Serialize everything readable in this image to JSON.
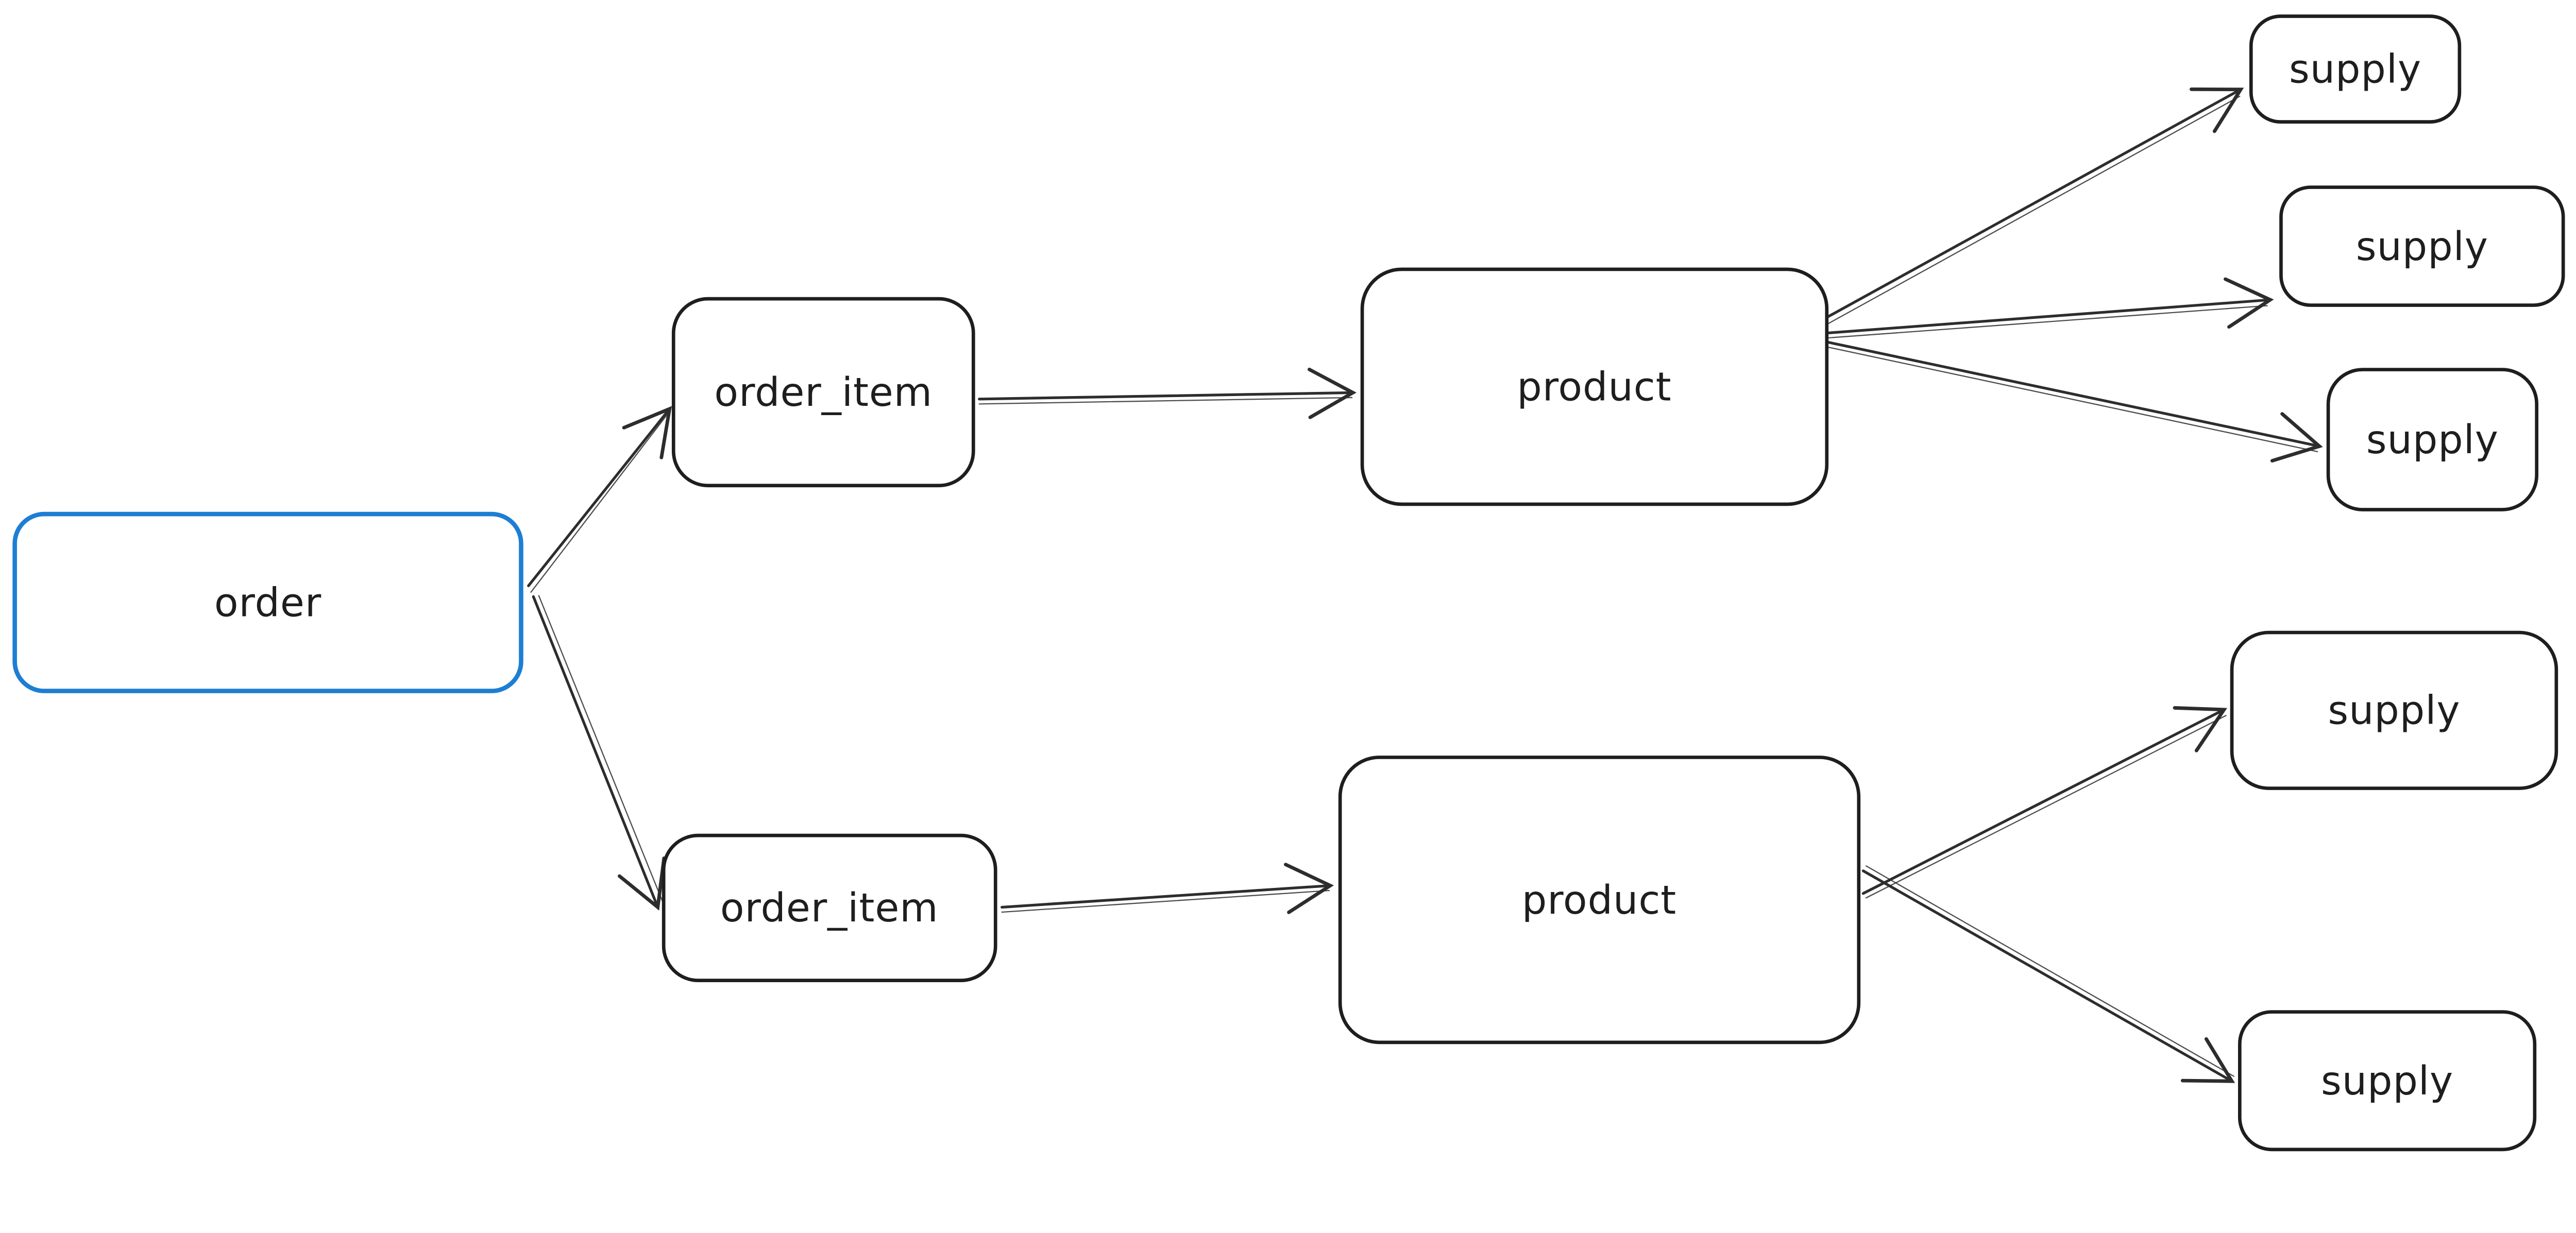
{
  "canvas": {
    "background": "#ffffff",
    "arrow_color": "#2d2d2d",
    "label_color": "#1e1e1e"
  },
  "nodes": {
    "order": {
      "label": "order",
      "border": "#1d7ed3",
      "hatch": "#74dd93",
      "fill_style": "hachure"
    },
    "order_item_1": {
      "label": "order_item",
      "border": "#1e1e1e",
      "hatch": "#eeb1f6",
      "fill_style": "hachure"
    },
    "order_item_2": {
      "label": "order_item",
      "border": "#1e1e1e",
      "hatch": "#eeb1f6",
      "fill_style": "hachure"
    },
    "product_1": {
      "label": "product",
      "border": "#1e1e1e",
      "hatch": "#ffdf8b",
      "fill_style": "hachure"
    },
    "product_2": {
      "label": "product",
      "border": "#1e1e1e",
      "hatch": "#ffdf8b",
      "fill_style": "hachure"
    },
    "supply_1": {
      "label": "supply",
      "border": "#1e1e1e",
      "hatch": "#a9d6f7",
      "fill_style": "hachure"
    },
    "supply_2": {
      "label": "supply",
      "border": "#1e1e1e",
      "hatch": "#a9d6f7",
      "fill_style": "hachure"
    },
    "supply_3": {
      "label": "supply",
      "border": "#1e1e1e",
      "hatch": "#a9d6f7",
      "fill_style": "hachure"
    },
    "supply_4": {
      "label": "supply",
      "border": "#1e1e1e",
      "hatch": "#a9d6f7",
      "fill_style": "hachure"
    },
    "supply_5": {
      "label": "supply",
      "border": "#1e1e1e",
      "hatch": "#a9d6f7",
      "fill_style": "hachure"
    }
  },
  "edges": [
    {
      "from": "order",
      "to": "order_item_1"
    },
    {
      "from": "order",
      "to": "order_item_2"
    },
    {
      "from": "order_item_1",
      "to": "product_1"
    },
    {
      "from": "order_item_2",
      "to": "product_2"
    },
    {
      "from": "product_1",
      "to": "supply_1"
    },
    {
      "from": "product_1",
      "to": "supply_2"
    },
    {
      "from": "product_1",
      "to": "supply_3"
    },
    {
      "from": "product_2",
      "to": "supply_4"
    },
    {
      "from": "product_2",
      "to": "supply_5"
    }
  ]
}
